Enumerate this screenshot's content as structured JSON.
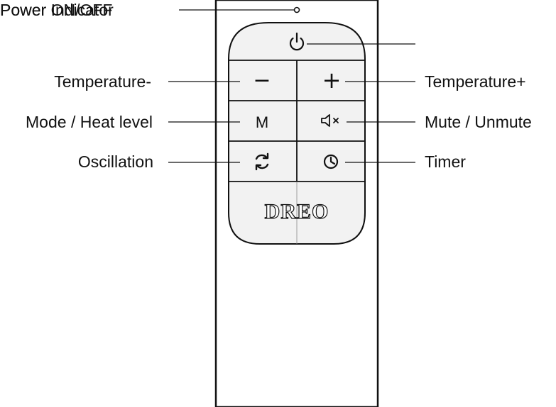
{
  "labels": {
    "power_indicator": "Power Indicator",
    "power_on_off": "Power ON/OFF",
    "temperature_minus": "Temperature-",
    "temperature_plus": "Temperature+",
    "mode_heat_level": "Mode / Heat level",
    "mute_unmute": "Mute / Unmute",
    "oscillation": "Oscillation",
    "timer": "Timer"
  },
  "remote": {
    "brand": "DREO",
    "buttons": {
      "minus": "−",
      "plus": "+",
      "mode": "M"
    }
  },
  "icons": [
    "power-icon",
    "mute-icon",
    "oscillation-icon",
    "timer-icon",
    "power-indicator-led"
  ],
  "colors": {
    "ink": "#111111",
    "panel_fill": "#f2f2f2",
    "background": "#ffffff"
  }
}
